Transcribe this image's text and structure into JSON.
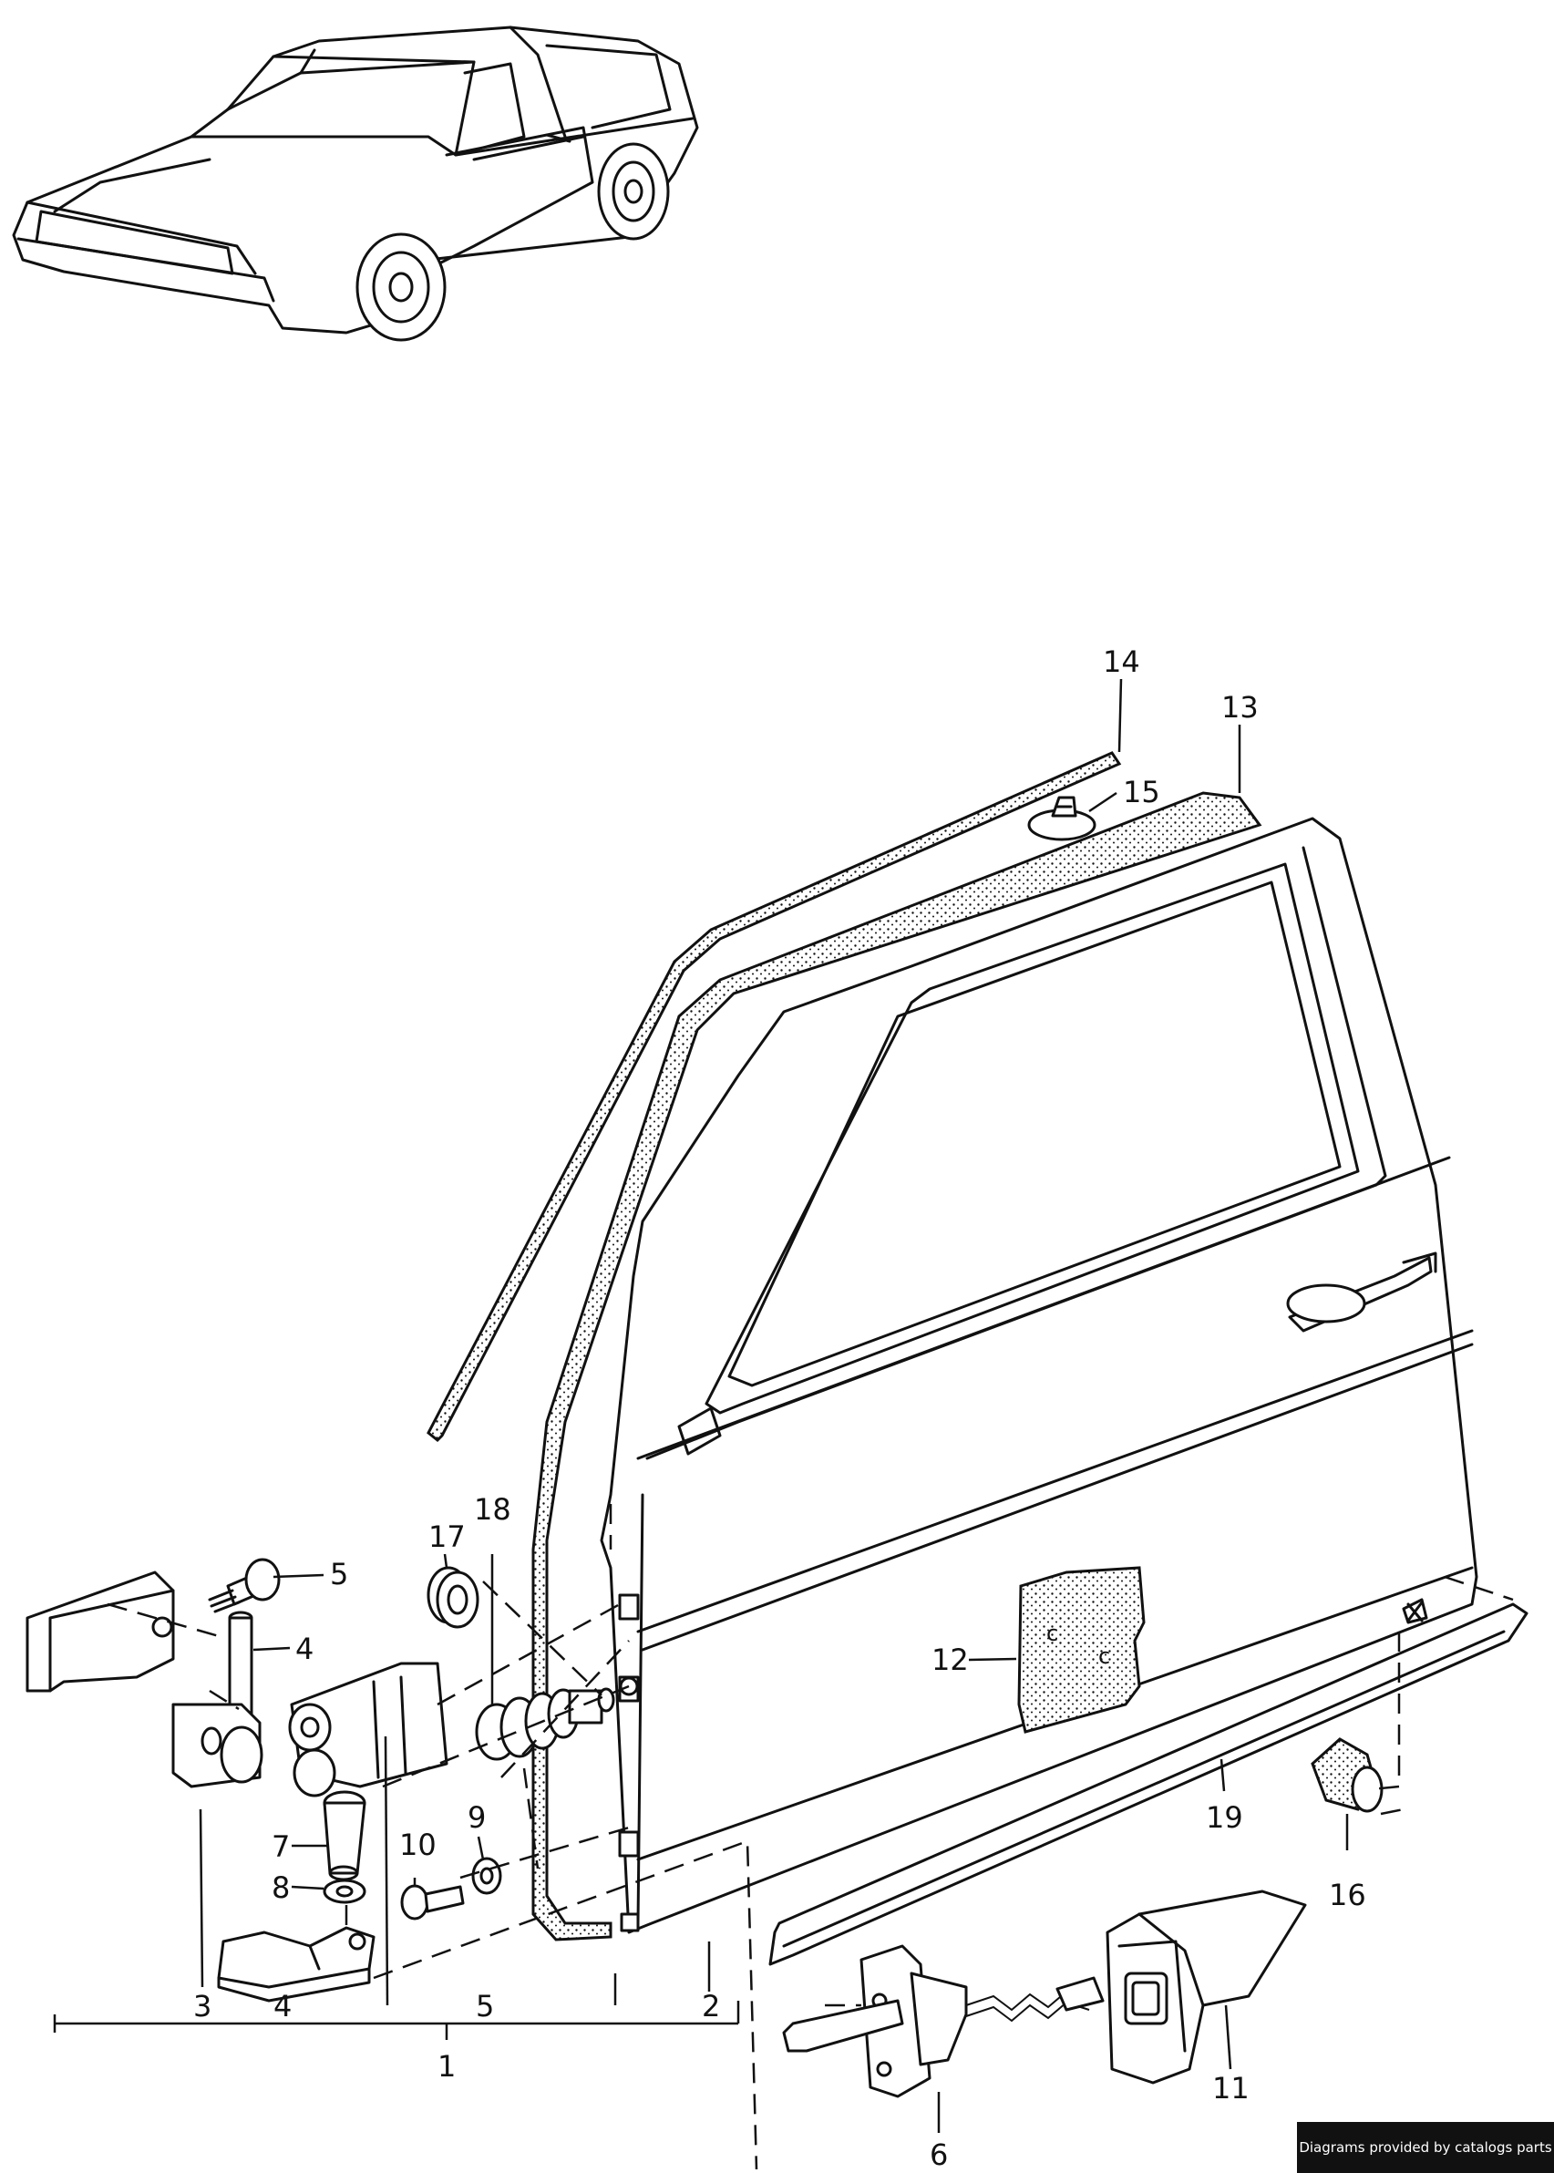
{
  "callouts": [
    {
      "id": "c14",
      "label": "14"
    },
    {
      "id": "c13",
      "label": "13"
    },
    {
      "id": "c15",
      "label": "15"
    },
    {
      "id": "c17",
      "label": "17"
    },
    {
      "id": "c18",
      "label": "18"
    },
    {
      "id": "c5a",
      "label": "5"
    },
    {
      "id": "c4a",
      "label": "4"
    },
    {
      "id": "c7",
      "label": "7"
    },
    {
      "id": "c8",
      "label": "8"
    },
    {
      "id": "c10",
      "label": "10"
    },
    {
      "id": "c9",
      "label": "9"
    },
    {
      "id": "c12",
      "label": "12"
    },
    {
      "id": "c19",
      "label": "19"
    },
    {
      "id": "c16",
      "label": "16"
    },
    {
      "id": "c3",
      "label": "3"
    },
    {
      "id": "c4b",
      "label": "4"
    },
    {
      "id": "c5b",
      "label": "5"
    },
    {
      "id": "c2",
      "label": "2"
    },
    {
      "id": "c1",
      "label": "1"
    },
    {
      "id": "c11",
      "label": "11"
    },
    {
      "id": "c6",
      "label": "6"
    }
  ],
  "footer": {
    "text": "Diagrams provided by catalogs parts"
  }
}
